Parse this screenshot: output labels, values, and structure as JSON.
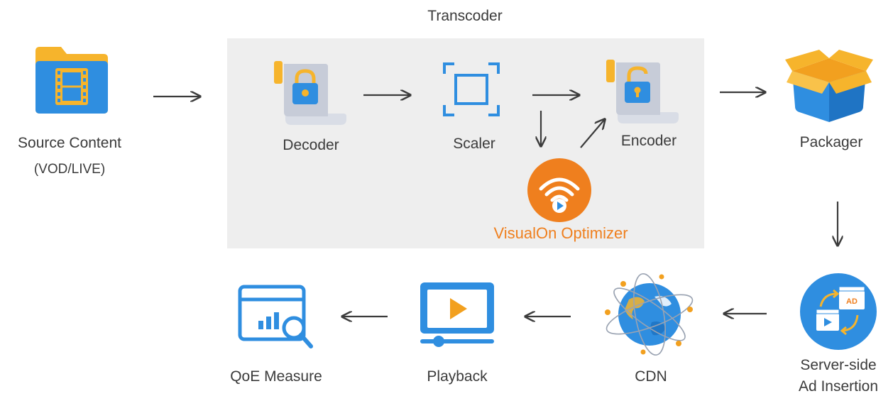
{
  "transcoder": {
    "title": "Transcoder"
  },
  "nodes": {
    "source": {
      "label_line1": "Source Content",
      "label_line2": "(VOD/LIVE)",
      "icon": "film-folder-icon"
    },
    "decoder": {
      "label": "Decoder",
      "icon": "locked-document-icon"
    },
    "scaler": {
      "label": "Scaler",
      "icon": "scale-frame-icon"
    },
    "encoder": {
      "label": "Encoder",
      "icon": "unlocked-document-icon"
    },
    "optimizer": {
      "label": "VisualOn Optimizer",
      "icon": "wifi-play-icon"
    },
    "packager": {
      "label": "Packager",
      "icon": "open-box-icon"
    },
    "ssai": {
      "label_line1": "Server-side",
      "label_line2": "Ad Insertion",
      "icon": "ad-swap-icon",
      "badge": "AD"
    },
    "cdn": {
      "label": "CDN",
      "icon": "globe-network-icon"
    },
    "playback": {
      "label": "Playback",
      "icon": "video-player-icon"
    },
    "qoe": {
      "label": "QoE Measure",
      "icon": "analytics-magnifier-icon"
    }
  },
  "colors": {
    "panel": "#eeeeee",
    "arrow": "#3b3b3b",
    "blue": "#2f8ee0",
    "orange": "#ef7f1e",
    "yellow": "#f6b42c",
    "text": "#3b3b3b"
  }
}
